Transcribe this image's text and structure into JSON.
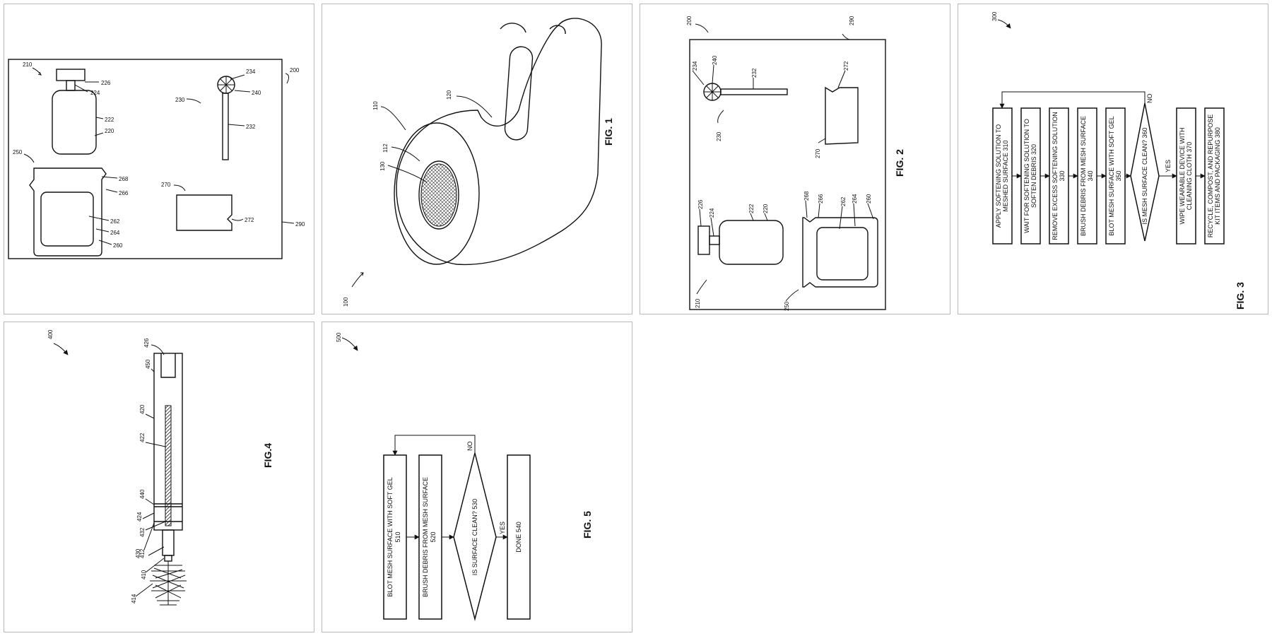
{
  "fig1": {
    "label": "FIG. 1",
    "refs": {
      "r100": "100",
      "r110": "110",
      "r112": "112",
      "r120": "120",
      "r130": "130"
    }
  },
  "fig2_kit": {
    "refs": {
      "r200": "200",
      "r210": "210",
      "r220": "220",
      "r222": "222",
      "r224": "224",
      "r226": "226",
      "r230": "230",
      "r232": "232",
      "r234": "234",
      "r240": "240",
      "r250": "250",
      "r260": "260",
      "r262": "262",
      "r264": "264",
      "r266": "266",
      "r268": "268",
      "r270": "270",
      "r272": "272",
      "r290": "290"
    }
  },
  "fig2": {
    "label": "FIG. 2",
    "refs": {
      "r200": "200",
      "r210": "210",
      "r220": "220",
      "r222": "222",
      "r224": "224",
      "r226": "226",
      "r230": "230",
      "r232": "232",
      "r234": "234",
      "r240": "240",
      "r250": "250",
      "r260": "260",
      "r262": "262",
      "r264": "264",
      "r266": "266",
      "r268": "268",
      "r270": "270",
      "r272": "272",
      "r290": "290"
    }
  },
  "fig3": {
    "label": "FIG. 3",
    "ref": "300",
    "steps": [
      {
        "l1": "APPLY SOFTENING SOLUTION TO",
        "l2": "MESHED SURFACE 310"
      },
      {
        "l1": "WAIT FOR SOFTENING SOLUTION TO",
        "l2": "SOFTEN DEBRIS 320"
      },
      {
        "l1": "REMOVE EXCESS SOFTENING SOLUTION",
        "l2": "330"
      },
      {
        "l1": "BRUSH DEBRIS FROM MESH SURFACE",
        "l2": "340"
      },
      {
        "l1": "BLOT MESH SURFACE WITH SOFT GEL",
        "l2": "350"
      }
    ],
    "decision": "IS MESH SURFACE CLEAN? 360",
    "no": "NO",
    "yes": "YES",
    "after": [
      {
        "l1": "WIPE WEARABLE DEVICE WITH",
        "l2": "CLEANING CLOTH 370"
      },
      {
        "l1": "RECYCLE, COMPOST, AND REPURPOSE",
        "l2": "KIT ITEMS AND PACKAGING 380"
      }
    ]
  },
  "fig4": {
    "label": "FIG.4",
    "refs": {
      "r400": "400",
      "r410": "410",
      "r412": "412",
      "r414": "414",
      "r420": "420",
      "r422": "422",
      "r424": "424",
      "r426": "426",
      "r430": "430",
      "r432": "432",
      "r440": "440",
      "r450": "450"
    }
  },
  "fig5": {
    "label": "FIG. 5",
    "ref": "500",
    "steps": [
      {
        "l1": "BLOT MESH SURFACE WITH SOFT GEL",
        "l2": "510"
      },
      {
        "l1": "BRUSH DEBRIS FROM MESH SURFACE",
        "l2": "520"
      }
    ],
    "decision": "IS SURFACE CLEAN? 530",
    "no": "NO",
    "yes": "YES",
    "done": "DONE 540"
  }
}
